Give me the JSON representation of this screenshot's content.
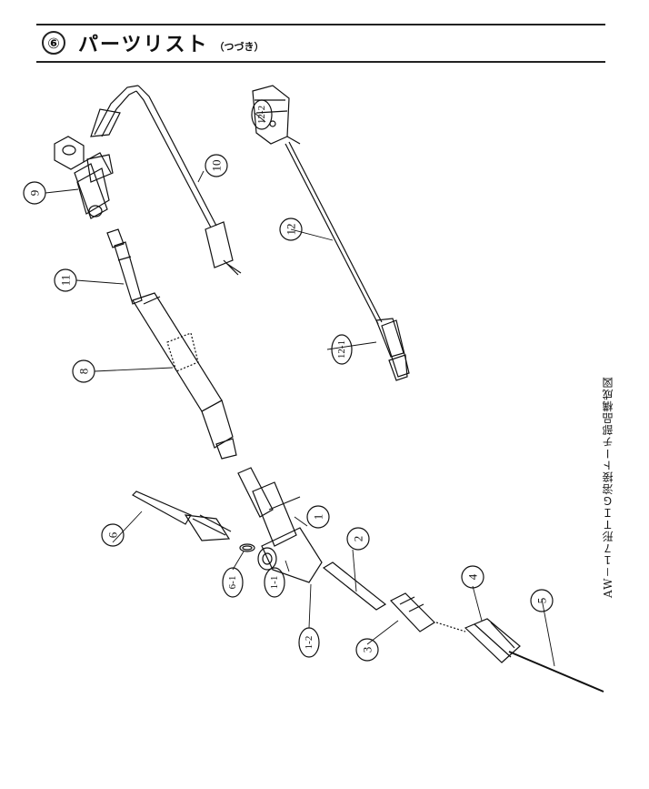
{
  "header": {
    "section_number": "⑥",
    "title": "パーツリスト",
    "subtitle": "（つづき）"
  },
  "figure": {
    "caption": "AW－１７形ＴＩＧ溶接トーチ部品構成図",
    "callouts": [
      "1",
      "1-1",
      "1-2",
      "2",
      "3",
      "4",
      "5",
      "6",
      "6-1",
      "8",
      "9",
      "10",
      "11",
      "12",
      "12-1",
      "12-2"
    ]
  }
}
